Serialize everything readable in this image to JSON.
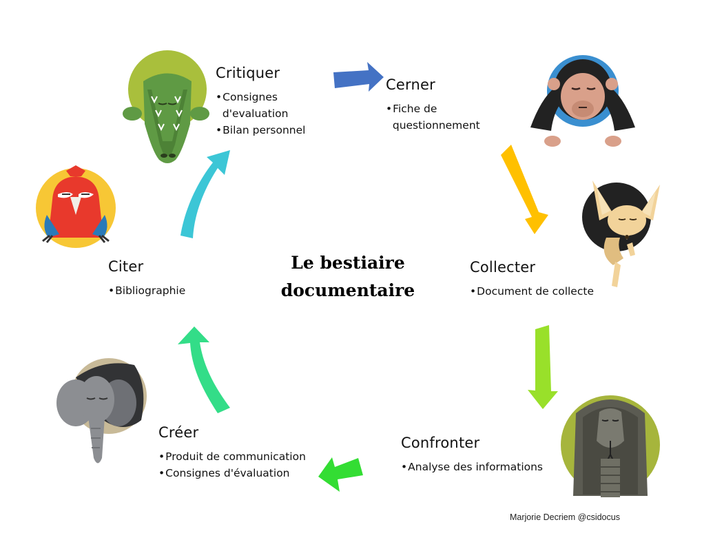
{
  "center_title": {
    "line1": "Le bestiaire",
    "line2": "documentaire"
  },
  "steps": [
    {
      "id": "critiquer",
      "animal": "crocodile",
      "title": "Critiquer",
      "items": [
        "Consignes d'evaluation",
        "Bilan personnel"
      ],
      "items_display": [
        [
          "Consignes",
          "d'evaluation"
        ],
        [
          "Bilan personnel"
        ]
      ]
    },
    {
      "id": "cerner",
      "animal": "chimpanzee",
      "title": "Cerner",
      "items": [
        "Fiche de questionnement"
      ],
      "items_display": [
        [
          "Fiche de",
          "questionnement"
        ]
      ]
    },
    {
      "id": "collecter",
      "animal": "fennec-fox",
      "title": "Collecter",
      "items": [
        "Document de collecte"
      ]
    },
    {
      "id": "confronter",
      "animal": "cobra",
      "title": "Confronter",
      "items": [
        "Analyse des informations"
      ]
    },
    {
      "id": "creer",
      "animal": "elephant",
      "title": "Créer",
      "items": [
        "Produit de communication",
        "Consignes d'évaluation"
      ]
    },
    {
      "id": "citer",
      "animal": "parrot",
      "title": "Citer",
      "items": [
        "Bibliographie"
      ]
    }
  ],
  "bullet": "•",
  "credit": "Marjorie Decriem @csidocus",
  "colors": {
    "arrow_blue": "#4472c4",
    "arrow_yellow": "#ffc000",
    "arrow_lime": "#99e02a",
    "arrow_green": "#33dd33",
    "arrow_mint": "#33dd88",
    "arrow_cyan": "#3cc6d6",
    "crocodile": "#5f9a44",
    "crocodile_bg": "#a9bf3c",
    "parrot": "#e8392c",
    "parrot_bg": "#f7c735",
    "elephant": "#8c8e92",
    "elephant_bg": "#c8ba98",
    "chimp_bg": "#3a8fd0",
    "fennec": "#f2d39a",
    "cobra": "#5b5b52",
    "cobra_bg": "#a6b53c"
  }
}
